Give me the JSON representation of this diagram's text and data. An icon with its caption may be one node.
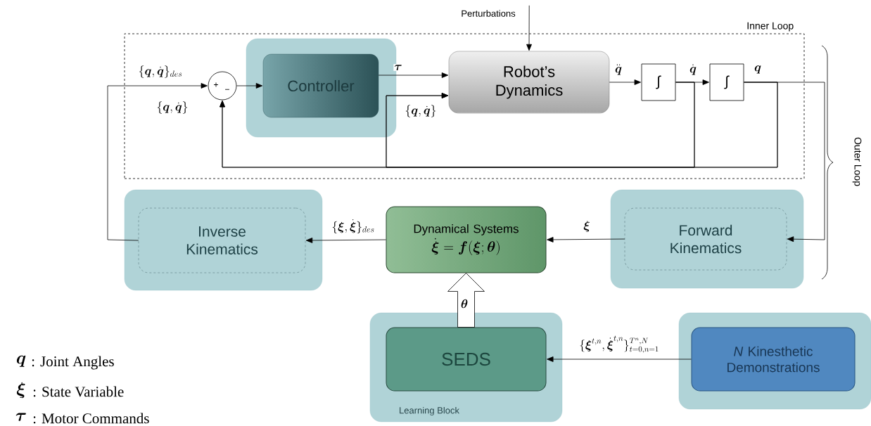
{
  "diagram": {
    "nodes": [
      {
        "text": [
          "Perturbations"
        ]
      },
      {
        "text": [
          "Inner Loop"
        ]
      },
      {
        "text": [
          "+",
          "−"
        ],
        "in": 1
      },
      {
        "text": [],
        "shape": "box",
        "in": 1
      },
      {
        "text": [
          "Controller"
        ],
        "in": 3
      },
      {
        "text": [
          "Robot’s Dynamics"
        ],
        "in": 1
      },
      {
        "text": [
          "∫"
        ],
        "in": 1
      },
      {
        "text": [
          "∫"
        ],
        "in": 1
      },
      {
        "text": [],
        "shape": "box"
      },
      {
        "text": [
          "Inverse Kinematics"
        ],
        "in": 8
      },
      {
        "text": [
          "Dynamical Systems",
          "\\dot{\\boldsymbol{\\xi}} = \\boldsymbol{f}(\\boldsymbol{\\xi};\\boldsymbol{\\theta})"
        ]
      },
      {
        "text": [],
        "shape": "box"
      },
      {
        "text": [
          "Forward Kinematics"
        ],
        "in": 11
      },
      {
        "text": [
          "Learning Block"
        ]
      },
      {
        "text": [
          "SEDS"
        ],
        "in": 13
      },
      {
        "text": [],
        "shape": "box"
      },
      {
        "text": [
          "*N* Kinesthetic Demonstrations"
        ],
        "in": 15
      }
    ],
    "edges": [
      {
        "from": 0,
        "to": 5,
        "arrow": "to"
      },
      {
        "from": 9,
        "to": 2,
        "arrow": "to",
        "label": "\\{\\boldsymbol{q},\\dot{\\boldsymbol{q}}\\}_{des}"
      },
      {
        "from": 2,
        "to": 4,
        "arrow": "to"
      },
      {
        "from": 4,
        "to": 5,
        "arrow": "to",
        "label": "\\boldsymbol{\\tau}"
      },
      {
        "from": 5,
        "to": 6,
        "arrow": "to",
        "label": "\\ddot{\\boldsymbol{q}}"
      },
      {
        "from": 6,
        "to": 7,
        "arrow": "to",
        "label": "\\dot{\\boldsymbol{q}}"
      },
      {
        "from": 7,
        "to": 12,
        "arrow": "to",
        "label": "\\boldsymbol{q}"
      },
      {
        "from": 6,
        "to": 2,
        "arrow": "to"
      },
      {
        "from": 7,
        "to": 2,
        "arrow": "to",
        "label": "\\{\\boldsymbol{q},\\dot{\\boldsymbol{q}}\\}"
      },
      {
        "from": 6,
        "to": 5,
        "arrow": "to"
      },
      {
        "from": 7,
        "to": 5,
        "arrow": "to",
        "label": "\\{\\boldsymbol{q},\\dot{\\boldsymbol{q}}\\}"
      },
      {
        "from": 12,
        "to": 10,
        "arrow": "to",
        "label": "\\boldsymbol{\\xi}"
      },
      {
        "from": 10,
        "to": 9,
        "arrow": "to",
        "label": "\\{\\boldsymbol{\\xi},\\dot{\\boldsymbol{\\xi}}\\}_{des}"
      },
      {
        "from": 14,
        "to": 10,
        "arrow": "to",
        "label": "\\boldsymbol{\\theta}",
        "style": "thick"
      },
      {
        "from": 16,
        "to": 14,
        "arrow": "to",
        "label": "\\{\\boldsymbol{\\xi}^{t,n},\\dot{\\boldsymbol{\\xi}}^{t,n}\\}_{t=0,n=1}^{T^n,N}"
      }
    ],
    "labels": [
      "Outer Loop",
      "\\boldsymbol{q}",
      ": Joint Angles",
      "\\boldsymbol{\\xi}",
      ": State Variable",
      "\\boldsymbol{\\tau}",
      ": Motor Commands"
    ]
  }
}
